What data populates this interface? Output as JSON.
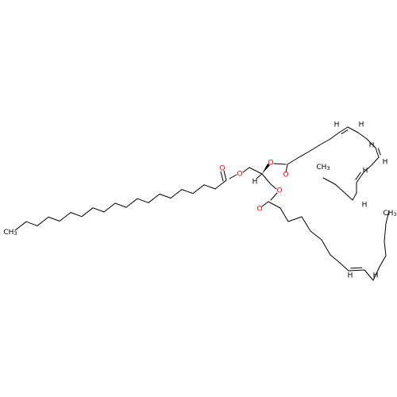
{
  "molecule": {
    "colors": {
      "bond": "#000000",
      "oxygen": "#ff0000",
      "label": "#000000"
    },
    "atom_labels": {
      "oxygen": "O",
      "hydrogen": "H",
      "methyl": "CH3",
      "methyl_main": "CH",
      "methyl_sub": "3"
    }
  }
}
